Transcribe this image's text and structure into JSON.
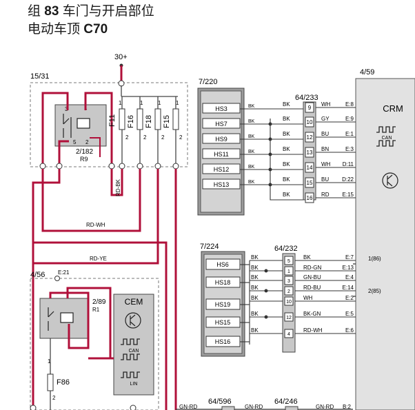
{
  "title": {
    "group_prefix": "组",
    "group_number": "83",
    "group_name": "车门与开启部位",
    "model_prefix": "电动车顶",
    "model_name": "C70"
  },
  "supply": {
    "label": "30+"
  },
  "fusebox": {
    "id": "15/31",
    "relay_id": "2/182",
    "relay_ref": "R9",
    "relay_pins": [
      "3",
      "1",
      "5",
      "2"
    ],
    "fuses": [
      "F11",
      "F16",
      "F18",
      "F15"
    ],
    "fuse_pin_top": "1",
    "fuse_pin_bottom": "2",
    "wire_rd_bk": "RD-BK",
    "wire_rd_wh": "RD-WH",
    "wire_rd_ye": "RD-YE"
  },
  "conn_7_220": {
    "id": "7/220",
    "switches": [
      "HS3",
      "HS7",
      "HS9",
      "HS11",
      "HS12",
      "HS13"
    ],
    "wire": "BK"
  },
  "conn_64_233": {
    "id": "64/233",
    "pins": [
      "9",
      "10",
      "12",
      "13",
      "14",
      "15",
      "16"
    ],
    "wires": [
      "WH",
      "GY",
      "BU",
      "BN",
      "WH",
      "BU",
      "RD"
    ],
    "crm_pins": [
      "E:8",
      "E:9",
      "E:1",
      "E:3",
      "D:11",
      "D:22",
      "E:15"
    ]
  },
  "crm": {
    "id": "4/59",
    "name": "CRM",
    "can_label": "CAN",
    "pin_86": "1(86)",
    "pin_85": "2(85)"
  },
  "conn_7_224": {
    "id": "7/224",
    "switches": [
      "HS6",
      "HS18",
      "HS19",
      "HS15",
      "HS16"
    ]
  },
  "conn_64_232": {
    "id": "64/232",
    "pins": [
      "5",
      "1",
      "3",
      "2",
      "10",
      "12",
      "4"
    ],
    "wires": [
      "BK",
      "RD-GN",
      "GN-BU",
      "RD-BU",
      "WH",
      "BK-GN",
      "RD-WH"
    ],
    "crm_pins": [
      "E:7",
      "E:13",
      "E:4",
      "E:14",
      "E:2",
      "E:5",
      "E:6"
    ]
  },
  "relay_box": {
    "id": "4/56",
    "pin": "E:21",
    "relay_id": "2/89",
    "relay_ref": "R1",
    "fuse": "F86",
    "fuse_pin_top": "1",
    "fuse_pin_bottom": "2"
  },
  "cem": {
    "name": "CEM",
    "can_label": "CAN",
    "lin_label": "LIN"
  },
  "bottom": {
    "conn_a": "64/596",
    "conn_b": "64/246",
    "wire_a": "GN-RD",
    "wire_b": "GN-RD",
    "wire_c": "GN-RD",
    "crm_pin": "B:2"
  },
  "colors": {
    "wire_red": "#b0103a",
    "wire_dark": "#333333",
    "module_gray": "#c8c8c8",
    "crm_fill": "#e2e2e2"
  }
}
